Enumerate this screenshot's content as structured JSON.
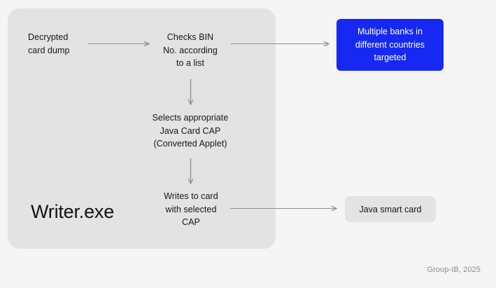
{
  "figure": {
    "background_color": "#f5f5f6",
    "panel_color": "#e3e3e3",
    "accent_color": "#1529f2",
    "arrow_color": "#8e8e93",
    "text_color": "#16161a"
  },
  "panel": {
    "label": "Writer.exe"
  },
  "nodes": {
    "input": "Decrypted\ncard dump",
    "check_bin": "Checks BIN\nNo. according\nto a list",
    "select_cap": "Selects appropriate\nJava Card CAP\n(Converted Applet)",
    "write_card": "Writes to card\nwith selected\nCAP"
  },
  "outcomes": {
    "banks": "Multiple banks in\ndifferent countries\ntargeted",
    "smart_card": "Java smart card"
  },
  "footer": {
    "credit": "Group-IB, 2025"
  }
}
